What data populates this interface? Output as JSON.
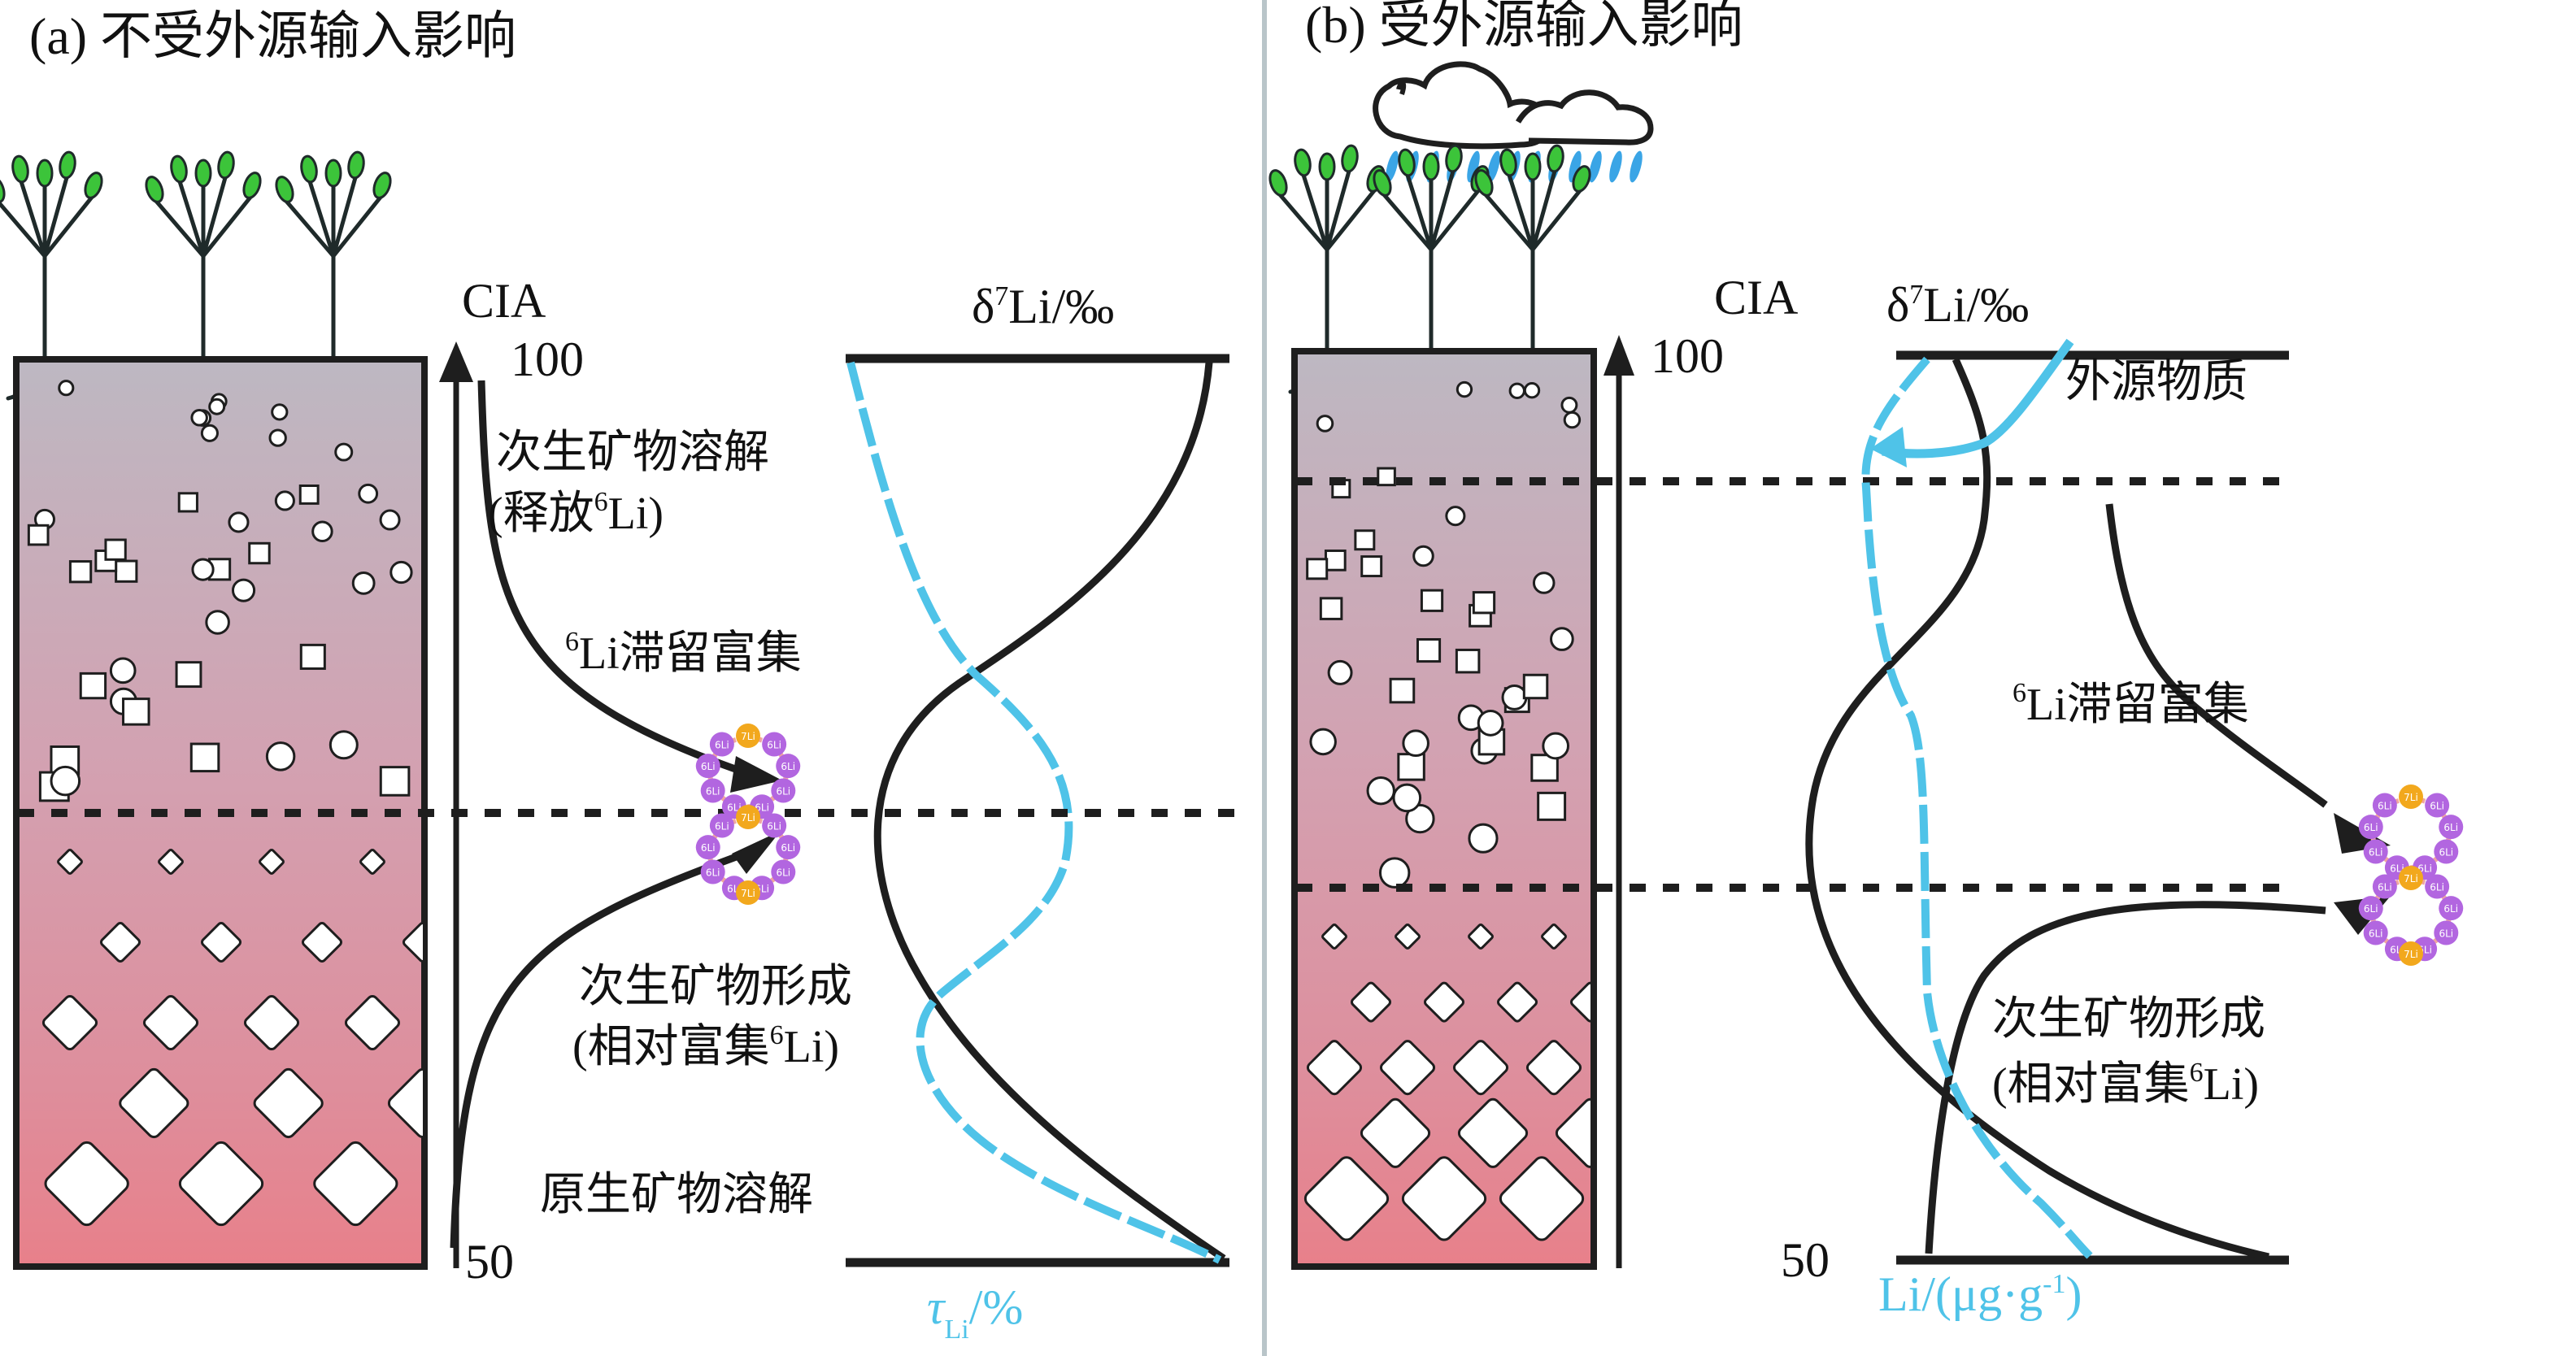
{
  "panels": [
    {
      "id": "a",
      "title": "(a) 不受外源输入影响",
      "cia_label": "CIA",
      "cia_top": "100",
      "cia_bottom": "50",
      "top_axis_label": {
        "prefix": "δ",
        "sup": "7",
        "rest": "Li/‰"
      },
      "bottom_axis_label": {
        "main": "τ",
        "sub": "Li",
        "rest": "/%"
      },
      "annotations": {
        "secondary_dissolution": "次生矿物溶解",
        "release_li": {
          "pre": "(释放",
          "sup": "6",
          "post": "Li)"
        },
        "li6_retention": {
          "sup": "6",
          "post": "Li滞留富集"
        },
        "secondary_formation": "次生矿物形成",
        "relative_enrich": {
          "pre": "(相对富集",
          "sup": "6",
          "post": "Li)"
        },
        "primary_dissolution": "原生矿物溶解"
      }
    },
    {
      "id": "b",
      "title": "(b) 受外源输入影响",
      "cia_label": "CIA",
      "cia_top": "100",
      "cia_bottom": "50",
      "top_axis_label": {
        "prefix": "δ",
        "sup": "7",
        "rest": "Li/‰"
      },
      "bottom_axis_label": {
        "main": "Li/(μg·g",
        "sup": "-1",
        "rest": ")"
      },
      "annotations": {
        "external_material": "外源物质",
        "li6_retention": {
          "sup": "6",
          "post": "Li滞留富集"
        },
        "secondary_formation": "次生矿物形成",
        "relative_enrich": {
          "pre": "(相对富集",
          "sup": "6",
          "post": "Li)"
        }
      }
    }
  ],
  "molecule": {
    "li6": "6Li",
    "li7": "7Li"
  },
  "colors": {
    "curve_black": "#1e1e1e",
    "curve_blue": "#4fc3e8",
    "soil_top": "#bdb8c2",
    "soil_mid": "#d39aab",
    "soil_bottom": "#e8818a",
    "li6_purple": "#b266e0",
    "li7_orange": "#f2a81d",
    "leaf_green": "#3cc43a",
    "rain_blue": "#3aa5e6",
    "divider": "#b9c5c9"
  }
}
